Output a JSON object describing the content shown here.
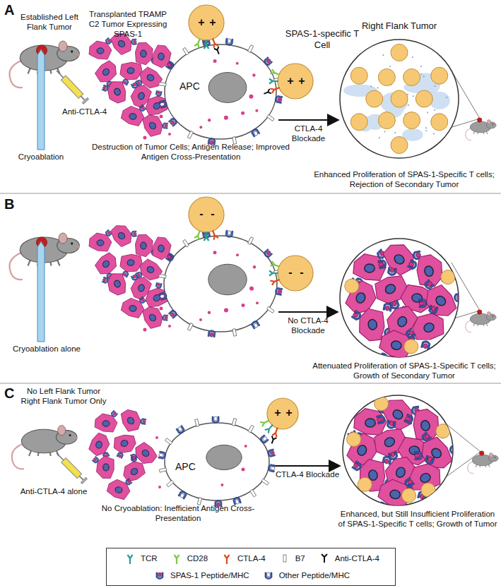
{
  "diagram": {
    "nodes": [
      {
        "text": [
          "APC"
        ]
      },
      {
        "text": [
          "Right Flank Tumor"
        ]
      },
      {
        "text": [
          "APC"
        ]
      }
    ],
    "edges": [
      {
        "from": 0,
        "to": 1,
        "arrow": "to",
        "label": "CTLA-4 Blockade"
      }
    ],
    "labels": [
      "A",
      "Established Left Flank Tumor",
      "Transplanted TRAMP C2 Tumor Expressing SPAS-1",
      "SPAS-1-specific T Cell",
      "+",
      "+",
      "+",
      "+",
      "Anti-CTLA-4",
      "Cryoablation",
      "Destruction of Tumor Cells; Antigen Release; Improved Antigen Cross-Presentation",
      "Enhanced Proliferation of SPAS-1-Specific T cells; Rejection of Secondary Tumor",
      "B",
      "-",
      "-",
      "-",
      "-",
      "Cryoablation alone",
      "No CTLA-4 Blockade",
      "Attenuated Proliferation of SPAS-1-Specific T cells; Growth of Secondary Tumor",
      "C",
      "No Left Flank Tumor Right Flank Tumor Only",
      "Anti-CTLA-4 alone",
      "+",
      "+",
      "No Cryoablation: Inefficient Antigen Cross-Presentation",
      "CTLA-4 Blockade",
      "Enhanced, but Still Insufficient Proliferation of SPAS-1-Specific T cells; Growth of Tumor"
    ],
    "legend": [
      {
        "text": "TCR"
      },
      {
        "text": "CD28"
      },
      {
        "text": "CTLA-4"
      },
      {
        "text": "B7"
      },
      {
        "text": "Anti-CTLA-4"
      },
      {
        "text": "SPAS-1 Peptide/MHC"
      },
      {
        "text": "Other Peptide/MHC"
      }
    ]
  }
}
